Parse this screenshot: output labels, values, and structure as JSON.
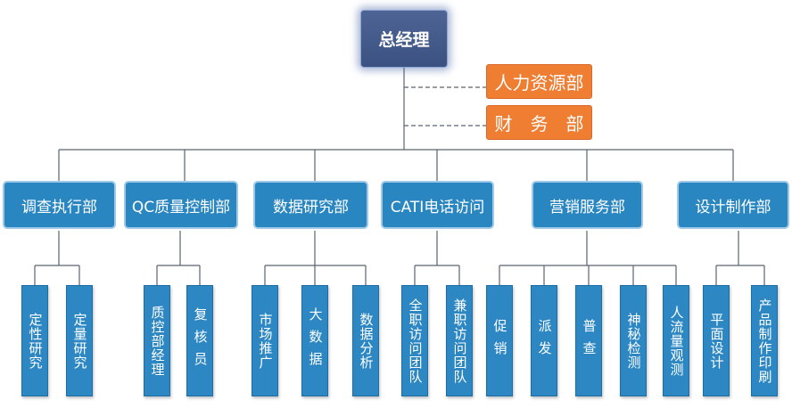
{
  "ceo": "总经理",
  "staff": [
    "人力资源部",
    "财　务　部"
  ],
  "departments": [
    {
      "name": "调查执行部",
      "subs": [
        "定性研究",
        "定量研究"
      ]
    },
    {
      "name": "QC质量控制部",
      "subs": [
        "质控部经理",
        "复核员"
      ]
    },
    {
      "name": "数据研究部",
      "subs": [
        "市场推广",
        "大数据",
        "数据分析"
      ]
    },
    {
      "name": "CATI电话访问",
      "subs": [
        "全职访问团队",
        "兼职访问团队"
      ]
    },
    {
      "name": "营销服务部",
      "subs": [
        "促销",
        "派发",
        "普查",
        "神秘检测",
        "人流量观测"
      ]
    },
    {
      "name": "设计制作部",
      "subs": [
        "平面设计",
        "产品制作印刷"
      ]
    }
  ],
  "colors": {
    "ceo": "#3f5686",
    "staff": "#ef7d32",
    "department": "#2a86c1",
    "sub_unit": "#2d87c3",
    "connector": "#5b6470"
  }
}
